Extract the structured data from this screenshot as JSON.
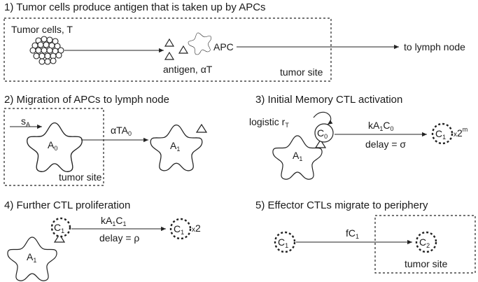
{
  "panel1": {
    "heading": "1) Tumor cells produce antigen that is taken up by APCs",
    "tumor_label": "Tumor cells, T",
    "apc_label": "APC",
    "antigen_label": "antigen, αT",
    "destination_label": "to lymph node",
    "site_label": "tumor site"
  },
  "panel2": {
    "heading": "2) Migration of APCs to lymph node",
    "source_label": "s",
    "source_sub": "A",
    "apc0_label": "A",
    "apc0_sub": "0",
    "rate_label": "αTA",
    "rate_sub": "0",
    "apc1_label": "A",
    "apc1_sub": "1",
    "site_label": "tumor site"
  },
  "panel3": {
    "heading": "3) Initial Memory CTL activation",
    "logistic_label": "logistic r",
    "logistic_sub": "T",
    "c0_label": "C",
    "c0_sub": "0",
    "apc_label": "A",
    "apc_sub": "1",
    "rate_k": "kA",
    "rate_a_sub": "1",
    "rate_c": "C",
    "rate_c_sub": "0",
    "delay_label": "delay = σ",
    "c1_label": "C",
    "c1_sub": "1",
    "mult_x": "x",
    "mult_base": "2",
    "mult_exp": "m"
  },
  "panel4": {
    "heading": "4) Further CTL proliferation",
    "apc_label": "A",
    "apc_sub": "1",
    "c1_label": "C",
    "c1_sub": "1",
    "rate_k": "kA",
    "rate_a_sub": "1",
    "rate_c": "C",
    "rate_c_sub": "1",
    "delay_label": "delay = ρ",
    "out_label": "C",
    "out_sub": "1",
    "mult_x": "x",
    "mult_val": "2"
  },
  "panel5": {
    "heading": "5) Effector CTLs migrate to periphery",
    "c1_label": "C",
    "c1_sub": "1",
    "rate_label": "fC",
    "rate_sub": "1",
    "c2_label": "C",
    "c2_sub": "2",
    "site_label": "tumor site"
  }
}
